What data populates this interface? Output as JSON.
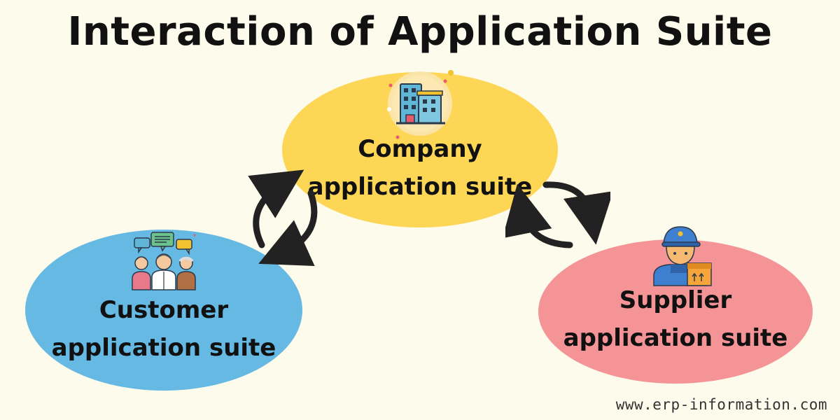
{
  "title": "Interaction of Application Suite",
  "nodes": {
    "company": {
      "line1": "Company",
      "line2": "application suite",
      "icon": "office-building-icon",
      "color": "#fcd654"
    },
    "customer": {
      "line1": "Customer",
      "line2": "application suite",
      "icon": "customer-group-icon",
      "color": "#65b9e3"
    },
    "supplier": {
      "line1": "Supplier",
      "line2": "application suite",
      "icon": "delivery-worker-icon",
      "color": "#f59496"
    }
  },
  "arrow_color": "#222222",
  "watermark": "www.erp-information.com"
}
